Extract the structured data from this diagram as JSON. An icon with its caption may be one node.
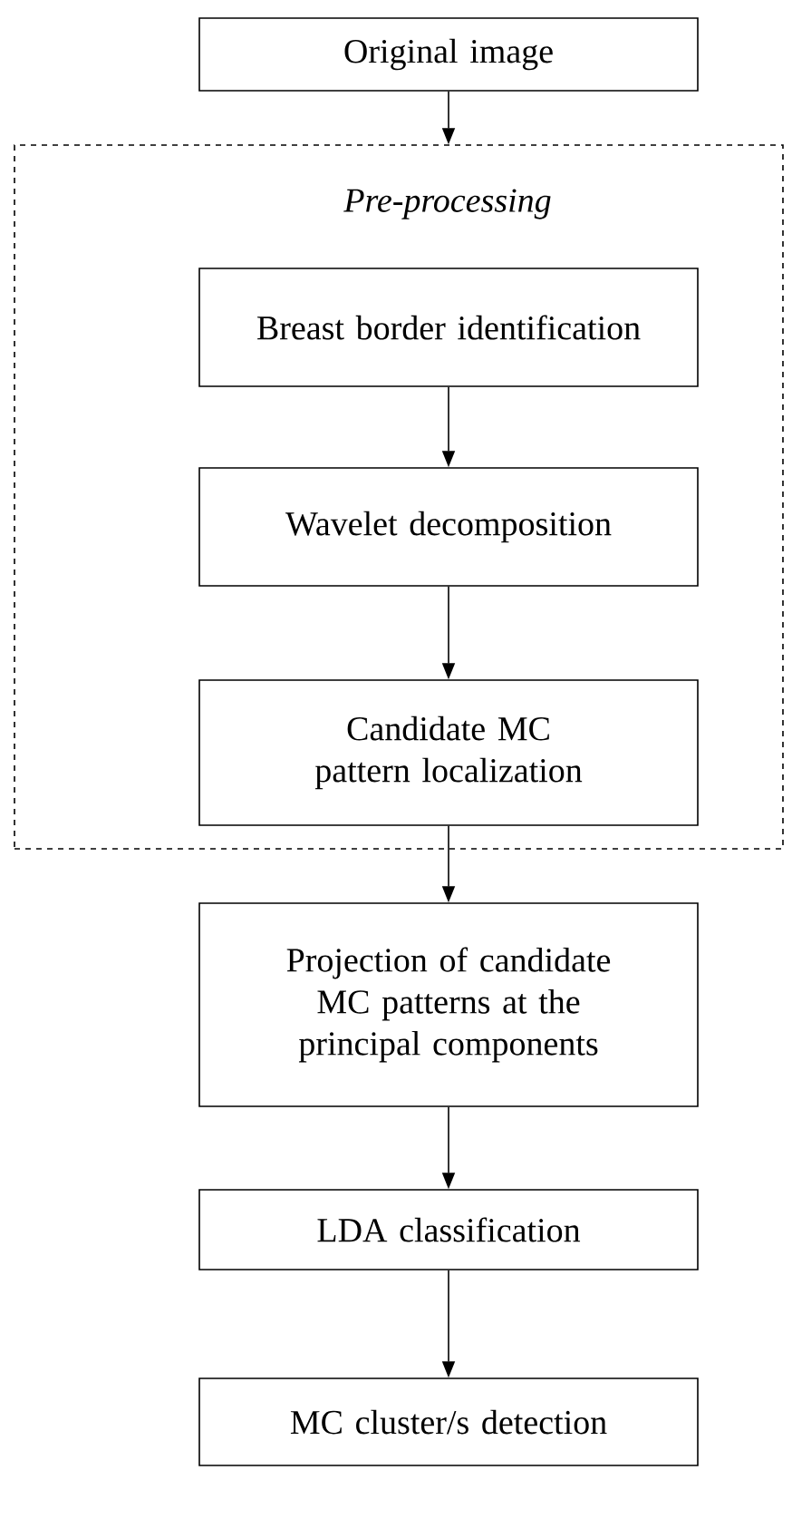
{
  "diagram": {
    "nodes": [
      {
        "text": [
          "Original image"
        ]
      },
      {
        "text": [
          "Pre-processing"
        ]
      },
      {
        "text": [
          "Breast border identification"
        ],
        "in": 1
      },
      {
        "text": [
          "Wavelet decomposition"
        ],
        "in": 1
      },
      {
        "text": [
          "Candidate MC pattern localization"
        ],
        "in": 1
      },
      {
        "text": [
          "Projection of candidate MC patterns at the principal components"
        ]
      },
      {
        "text": [
          "LDA classification"
        ]
      },
      {
        "text": [
          "MC cluster/s detection"
        ]
      }
    ],
    "edges": [
      {
        "from": 0,
        "to": 1,
        "arrow": "to"
      },
      {
        "from": 2,
        "to": 3,
        "arrow": "to"
      },
      {
        "from": 3,
        "to": 4,
        "arrow": "to"
      },
      {
        "from": 4,
        "to": 5,
        "arrow": "to"
      },
      {
        "from": 5,
        "to": 6,
        "arrow": "to"
      },
      {
        "from": 6,
        "to": 7,
        "arrow": "to"
      }
    ]
  }
}
